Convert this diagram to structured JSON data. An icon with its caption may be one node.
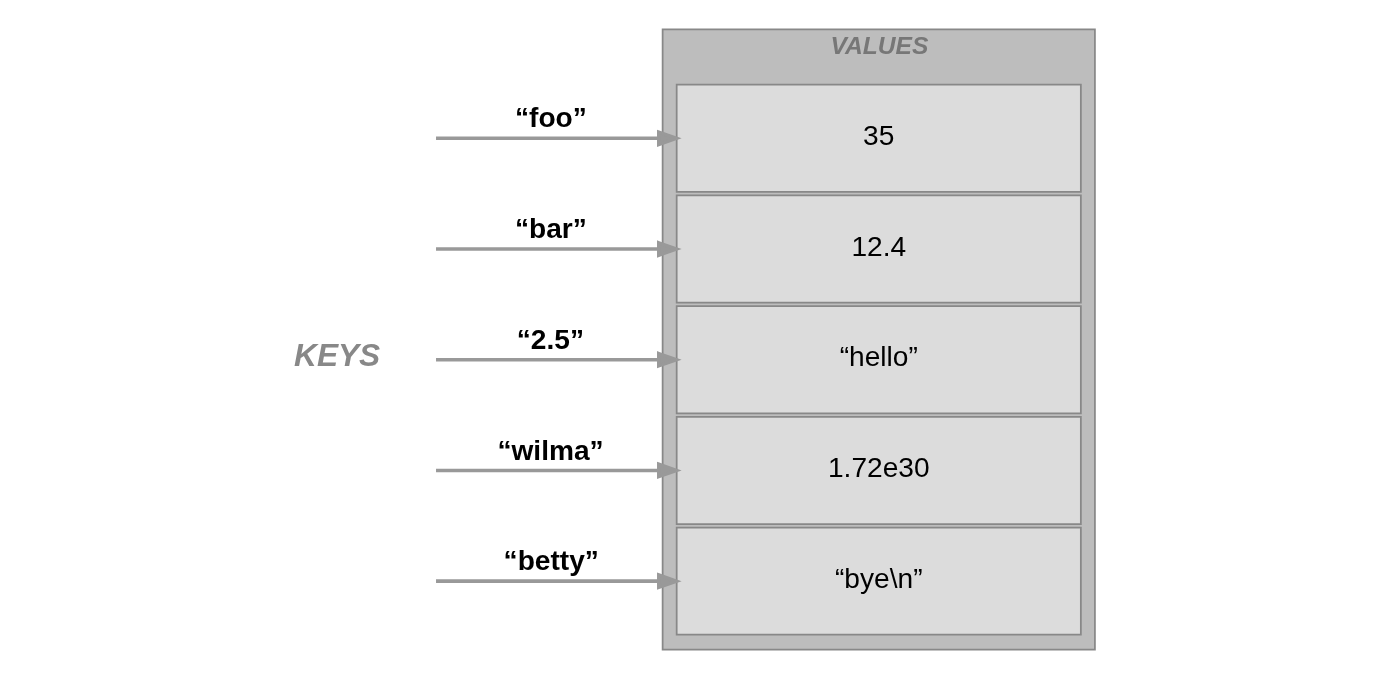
{
  "diagram": {
    "nodes": [
      {
        "text": [
          "VALUES"
        ]
      },
      {
        "text": [
          "35"
        ],
        "in": 0
      },
      {
        "text": [
          "12.4"
        ],
        "in": 0
      },
      {
        "text": [
          "“hello”"
        ],
        "in": 0
      },
      {
        "text": [
          "1.72e30"
        ],
        "in": 0
      },
      {
        "text": [
          "“bye\\n”"
        ],
        "in": 0
      }
    ],
    "edges": [
      {
        "from": null,
        "to": 1,
        "arrow": "to",
        "label": "“foo”"
      },
      {
        "from": null,
        "to": 2,
        "arrow": "to",
        "label": "“bar”"
      },
      {
        "from": null,
        "to": 3,
        "arrow": "to",
        "label": "“2.5”"
      },
      {
        "from": null,
        "to": 4,
        "arrow": "to",
        "label": "“wilma”"
      },
      {
        "from": null,
        "to": 5,
        "arrow": "to",
        "label": "“betty”"
      }
    ],
    "labels": [
      "KEYS"
    ]
  }
}
